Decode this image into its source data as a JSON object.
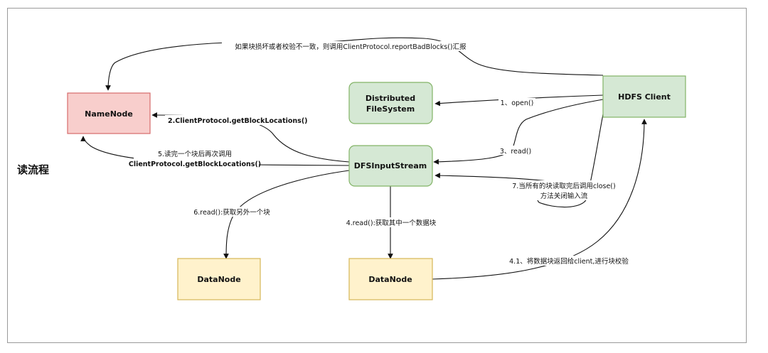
{
  "title": "读流程",
  "nodes": {
    "namenode": "NameNode",
    "hdfs_client": "HDFS Client",
    "distributed_fs_line1": "Distributed",
    "distributed_fs_line2": "FileSystem",
    "dfs_input_stream": "DFSInputStream",
    "datanode_left": "DataNode",
    "datanode_center": "DataNode"
  },
  "edges": {
    "report_bad_blocks": "如果块损坏或者校验不一致，则调用ClientProtocol.reportBadBlocks()汇报",
    "get_block_locations": "2.ClientProtocol.getBlockLocations()",
    "read_next_block_line1": "5.读完一个块后再次调用",
    "read_next_block_line2": "ClientProtocol.getBlockLocations()",
    "open": "1、open()",
    "read": "3、read()",
    "close_line1": "7.当所有的块读取完后调用close()",
    "close_line2": "方法关闭输入流",
    "read_other_block": "6.read():获取另外一个块",
    "read_one_block": "4.read():获取其中一个数据块",
    "return_block": "4.1、将数据块返回给client,进行块校验"
  },
  "colors": {
    "namenode_fill": "#f8cecc",
    "namenode_stroke": "#d66b6b",
    "green_fill": "#d5e8d4",
    "green_stroke": "#82b366",
    "yellow_fill": "#fff2cc",
    "yellow_stroke": "#d6b656",
    "edge": "#111111"
  }
}
